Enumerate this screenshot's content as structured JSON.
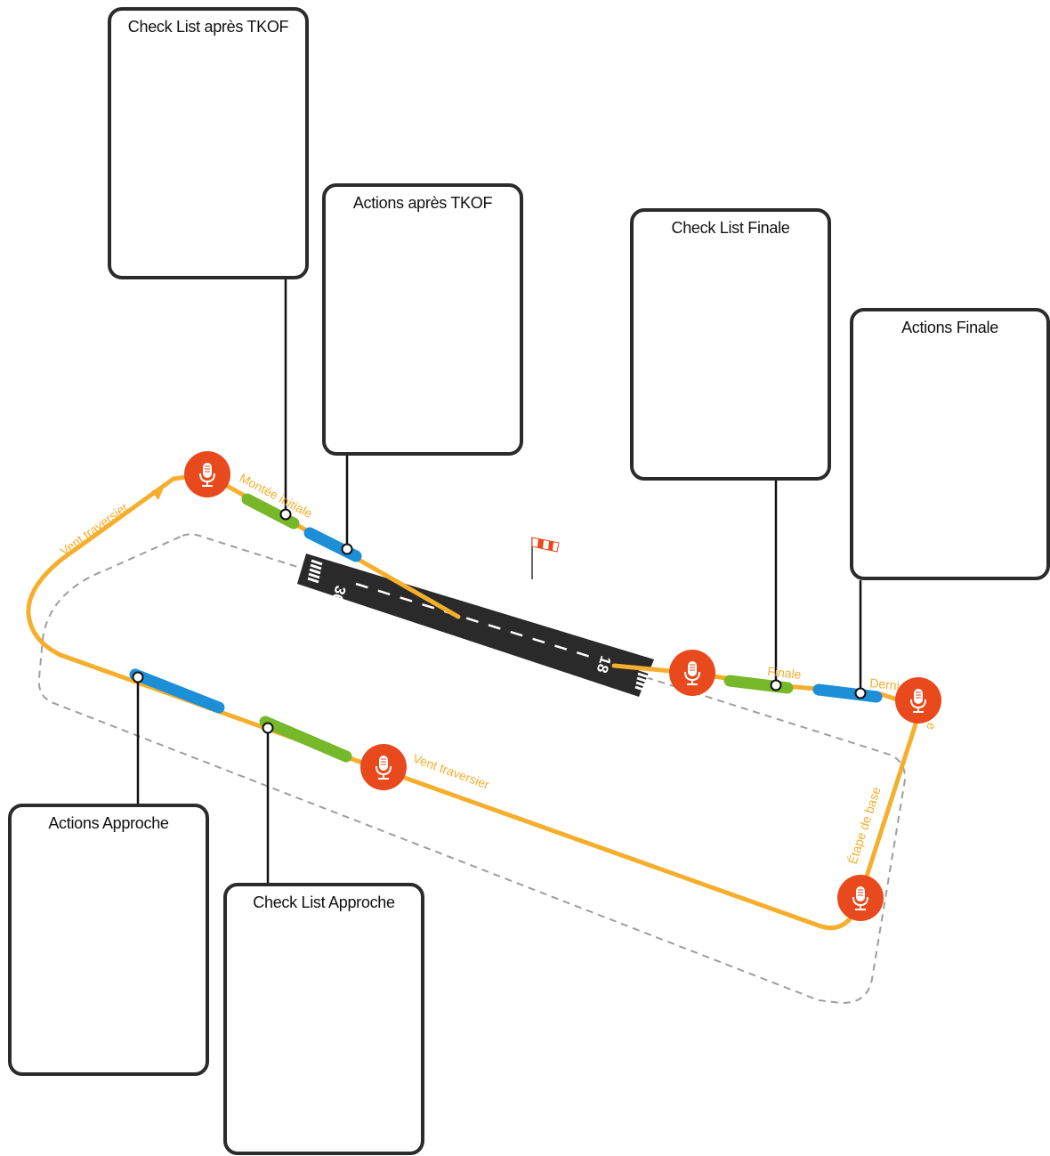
{
  "boxes": {
    "checklist_after_takeoff": "Check List après TKOF",
    "actions_after_takeoff": "Actions après TKOF",
    "checklist_final": "Check List Finale",
    "actions_final": "Actions Finale",
    "actions_approach": "Actions Approche",
    "checklist_approach": "Check List Approche"
  },
  "legs": {
    "initial_climb": "Montée initiale",
    "crosswind_upwind": "Vent traversier",
    "crosswind_downwind": "Vent traversier",
    "final": "Finale",
    "last_turn_fragment": "Derni",
    "last_turn_fragment_2": "e",
    "base_leg": "Étape de base"
  },
  "runway": {
    "threshold_north": "36",
    "threshold_south": "18"
  },
  "colors": {
    "circuit": "#f6ae2d",
    "checklist_segment": "#76b82a",
    "actions_segment": "#1d8fd6",
    "radio_marker": "#e8491d",
    "runway": "#2a2a2a",
    "reference_circuit": "#9e9e9e",
    "box_border": "#2b2b2b"
  },
  "icons": {
    "radio_marker": "microphone-icon",
    "windsock": "windsock-icon"
  }
}
